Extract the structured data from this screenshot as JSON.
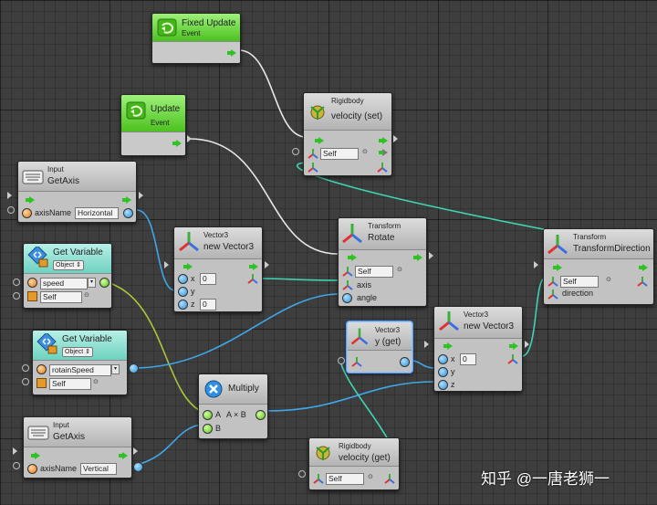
{
  "nodes": {
    "fixed_update": {
      "title": "Fixed Update",
      "subtitle": "Event"
    },
    "update": {
      "title": "Update",
      "subtitle": "Event"
    },
    "velocity_set": {
      "category": "Rigidbody",
      "title": "velocity (set)",
      "self": "Self"
    },
    "get_axis_1": {
      "category": "Input",
      "title": "GetAxis",
      "param": "axisName",
      "value": "Horizontal"
    },
    "new_vector3_1": {
      "category": "Vector3",
      "title": "new Vector3",
      "x_label": "x",
      "x_value": "0",
      "y_label": "y",
      "z_label": "z",
      "z_value": "0"
    },
    "rotate": {
      "category": "Transform",
      "title": "Rotate",
      "self": "Self",
      "axis": "axis",
      "angle": "angle"
    },
    "transform_direction": {
      "category": "Transform",
      "title": "TransformDirection",
      "self": "Self",
      "direction": "direction"
    },
    "get_var_1": {
      "title": "Get Variable",
      "type": "Object",
      "name": "speed",
      "self": "Self"
    },
    "get_var_2": {
      "title": "Get Variable",
      "type": "Object",
      "name": "rotainSpeed",
      "self": "Self"
    },
    "vector3_y": {
      "category": "Vector3",
      "title": "y (get)"
    },
    "new_vector3_2": {
      "category": "Vector3",
      "title": "new Vector3",
      "x_label": "x",
      "x_value": "0",
      "y_label": "y",
      "z_label": "z"
    },
    "multiply": {
      "title": "Multiply",
      "a_label": "A",
      "formula": "A × B",
      "b_label": "B"
    },
    "get_axis_2": {
      "category": "Input",
      "title": "GetAxis",
      "param": "axisName",
      "value": "Vertical"
    },
    "velocity_get": {
      "category": "Rigidbody",
      "title": "velocity (get)",
      "self": "Self"
    }
  },
  "watermark": "知乎 @一唐老狮一"
}
